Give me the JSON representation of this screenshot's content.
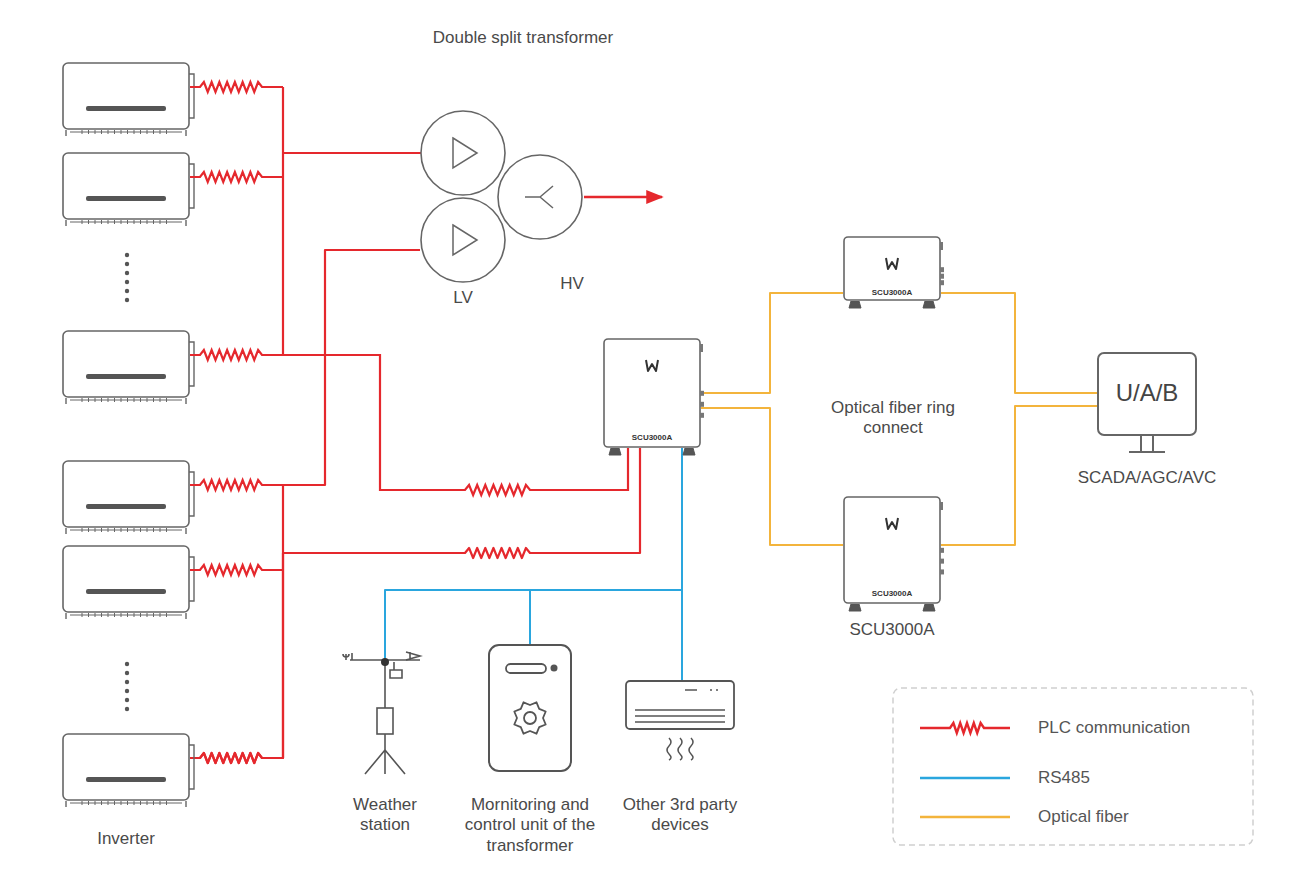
{
  "diagram": {
    "nodes": [
      {
        "text": [
          "Double split transformer"
        ]
      },
      {
        "text": [
          "SCU3000A"
        ]
      },
      {
        "text": [
          "SCU3000A"
        ]
      },
      {
        "text": [
          "U/A/B",
          "SCADA/AGC/AVC"
        ]
      },
      {
        "text": [
          "SCU3000A"
        ]
      },
      {
        "text": [
          "Inverter"
        ]
      },
      {
        "text": [
          "Weather station"
        ]
      },
      {
        "text": [
          "Mornitoring and control unit of the transformer"
        ]
      },
      {
        "text": [
          "Other 3rd party devices"
        ]
      }
    ],
    "edges": [
      {
        "from": 5,
        "to": 0,
        "arrow": "none"
      },
      {
        "from": 5,
        "to": 2,
        "arrow": "none"
      },
      {
        "from": 2,
        "to": 1,
        "arrow": "none"
      },
      {
        "from": 2,
        "to": 4,
        "arrow": "none"
      },
      {
        "from": 1,
        "to": 3,
        "arrow": "none"
      },
      {
        "from": 4,
        "to": 3,
        "arrow": "none"
      },
      {
        "from": 2,
        "to": 6,
        "arrow": "none"
      },
      {
        "from": 2,
        "to": 7,
        "arrow": "none"
      },
      {
        "from": 2,
        "to": 8,
        "arrow": "none"
      }
    ],
    "labels": [
      "LV",
      "HV",
      "Optical fiber ring connect",
      "SCU3000A"
    ],
    "legend": [
      {
        "text": "PLC communication"
      },
      {
        "text": "RS485"
      },
      {
        "text": "Optical fiber"
      }
    ]
  }
}
